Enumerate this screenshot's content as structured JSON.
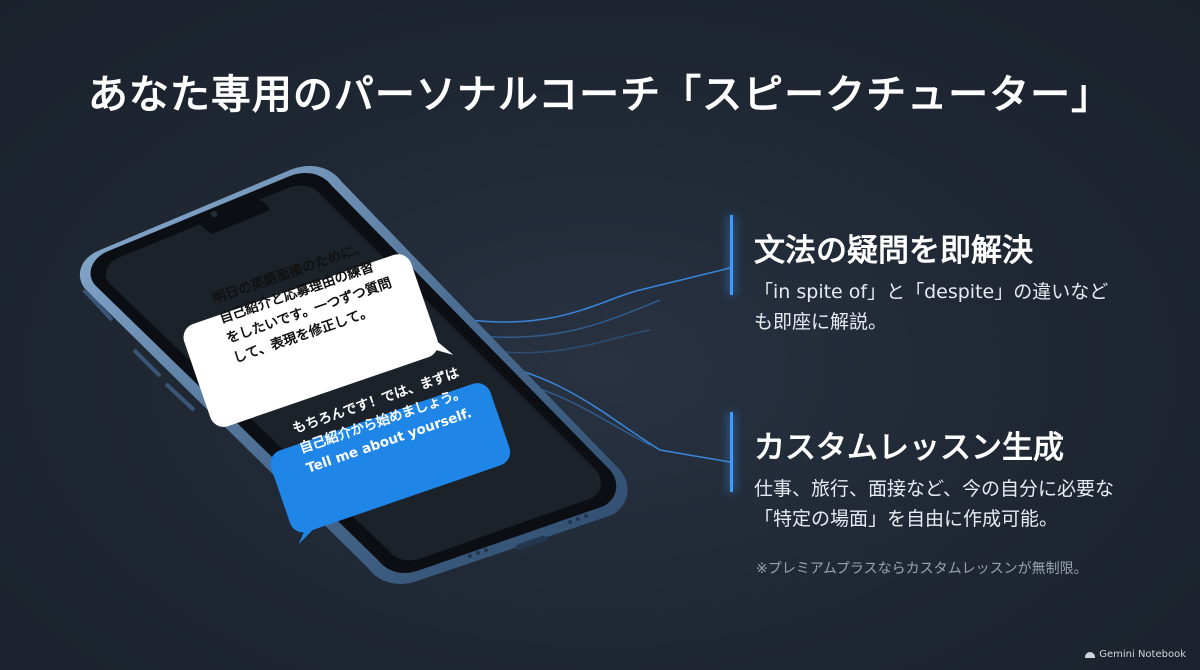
{
  "title": "あなた専用のパーソナルコーチ「スピークチューター」",
  "chat": {
    "user_message_lines": [
      "明日の英語面接のために、",
      "自己紹介と応募理由の練習",
      "をしたいです。一つずつ質問",
      "して、表現を修正して。"
    ],
    "ai_message_lines": [
      "もちろんです！では、まずは",
      "自己紹介から始めましょう。",
      "Tell me about yourself."
    ]
  },
  "features": [
    {
      "title": "文法の疑問を即解決",
      "desc_lines": [
        "「in spite of」と「despite」の違いなど",
        "も即座に解説。"
      ]
    },
    {
      "title": "カスタムレッスン生成",
      "desc_lines": [
        "仕事、旅行、面接など、今の自分に必要な",
        "「特定の場面」を自由に作成可能。"
      ]
    }
  ],
  "footnote": "※プレミアムプラスならカスタムレッスンが無制限。",
  "brand": "Gemini Notebook",
  "colors": {
    "accent": "#3f9bff",
    "background": "#1f2733",
    "ai_bubble": "#1f86e8",
    "user_bubble": "#ffffff"
  }
}
